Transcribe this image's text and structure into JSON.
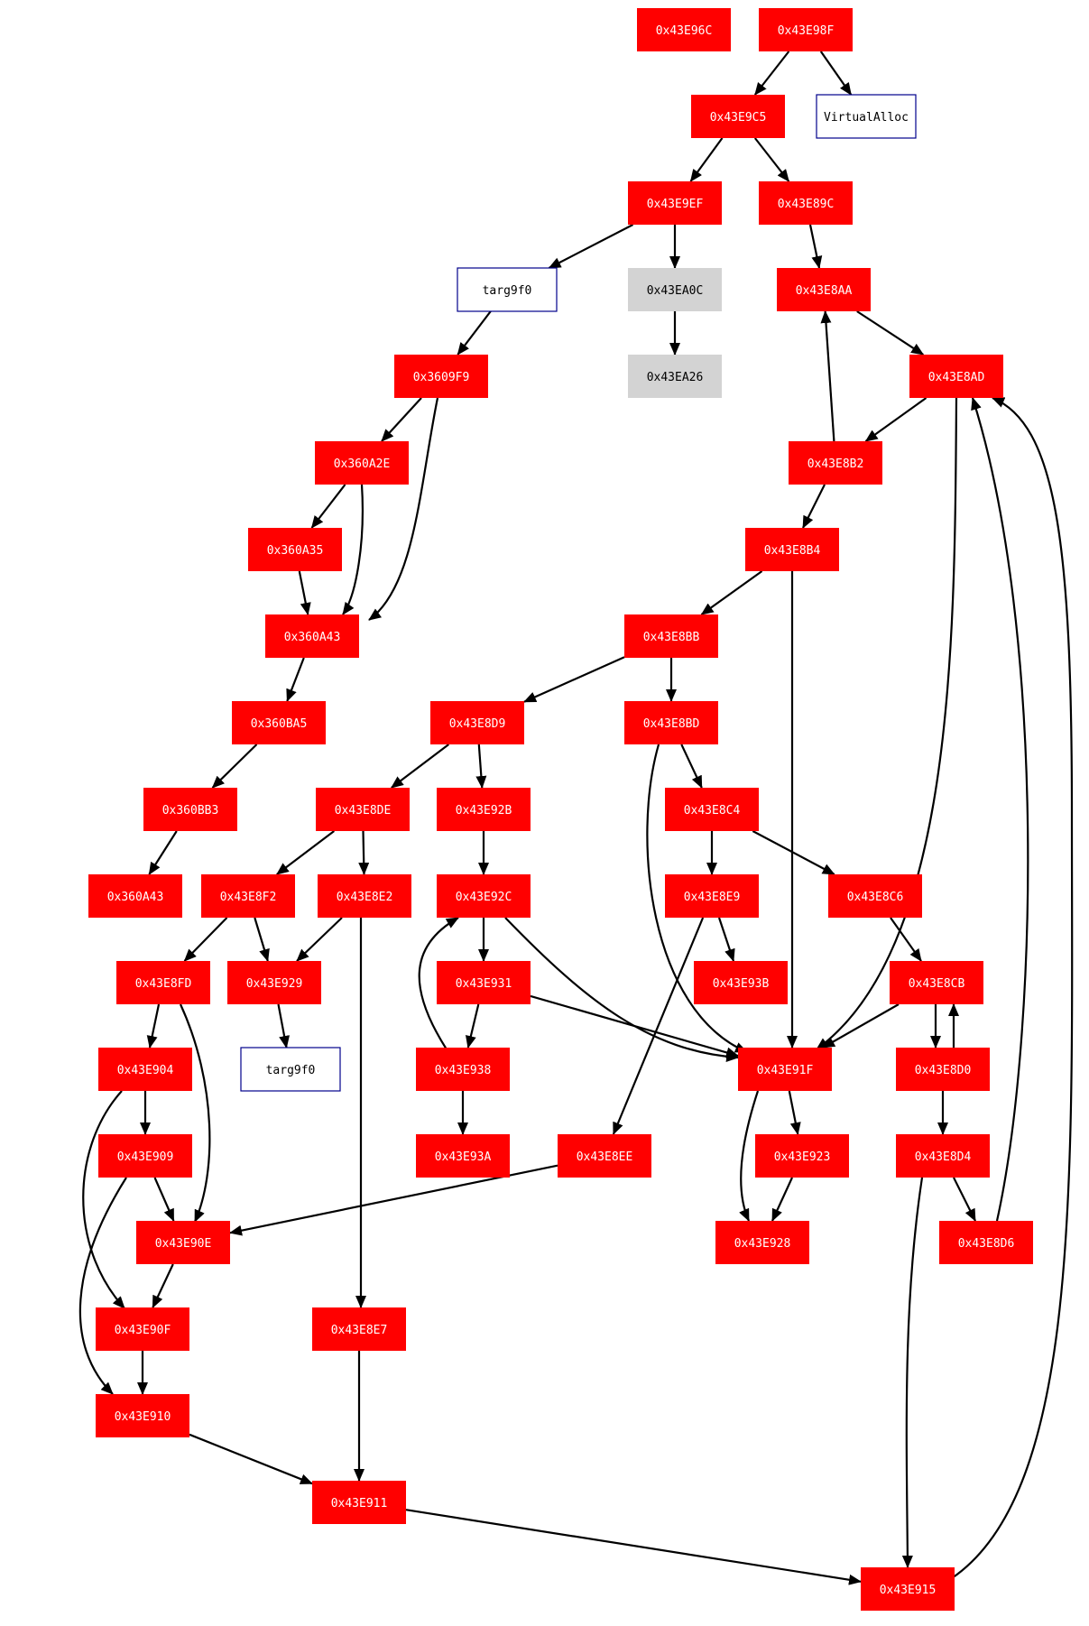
{
  "colors": {
    "code_node": "#ff0000",
    "code_text": "#ffffff",
    "gray_node": "#d3d3d3",
    "gray_text": "#000000",
    "import_fill": "#ffffff",
    "import_stroke": "#00008b",
    "import_text": "#000000",
    "edge": "#000000"
  },
  "nodes": [
    {
      "id": "n43E96C",
      "label": "0x43E96C",
      "kind": "code"
    },
    {
      "id": "n43E98F",
      "label": "0x43E98F",
      "kind": "code"
    },
    {
      "id": "nVA",
      "label": "VirtualAlloc",
      "kind": "import"
    },
    {
      "id": "n43E9C5",
      "label": "0x43E9C5",
      "kind": "code"
    },
    {
      "id": "n43E9EF",
      "label": "0x43E9EF",
      "kind": "code"
    },
    {
      "id": "n43E89C",
      "label": "0x43E89C",
      "kind": "code"
    },
    {
      "id": "nT1",
      "label": "targ9f0",
      "kind": "import"
    },
    {
      "id": "n43EA0C",
      "label": "0x43EA0C",
      "kind": "gray"
    },
    {
      "id": "n43EA26",
      "label": "0x43EA26",
      "kind": "gray"
    },
    {
      "id": "n43E8AA",
      "label": "0x43E8AA",
      "kind": "code"
    },
    {
      "id": "n3609F9",
      "label": "0x3609F9",
      "kind": "code"
    },
    {
      "id": "n43E8AD",
      "label": "0x43E8AD",
      "kind": "code"
    },
    {
      "id": "n360A2E",
      "label": "0x360A2E",
      "kind": "code"
    },
    {
      "id": "n43E8B2",
      "label": "0x43E8B2",
      "kind": "code"
    },
    {
      "id": "n360A35",
      "label": "0x360A35",
      "kind": "code"
    },
    {
      "id": "n43E8B4",
      "label": "0x43E8B4",
      "kind": "code"
    },
    {
      "id": "n360A43a",
      "label": "0x360A43",
      "kind": "code"
    },
    {
      "id": "n43E8BB",
      "label": "0x43E8BB",
      "kind": "code"
    },
    {
      "id": "n360BA5",
      "label": "0x360BA5",
      "kind": "code"
    },
    {
      "id": "n43E8D9",
      "label": "0x43E8D9",
      "kind": "code"
    },
    {
      "id": "n43E8BD",
      "label": "0x43E8BD",
      "kind": "code"
    },
    {
      "id": "n360BB3",
      "label": "0x360BB3",
      "kind": "code"
    },
    {
      "id": "n43E8DE",
      "label": "0x43E8DE",
      "kind": "code"
    },
    {
      "id": "n43E92B",
      "label": "0x43E92B",
      "kind": "code"
    },
    {
      "id": "n43E8C4",
      "label": "0x43E8C4",
      "kind": "code"
    },
    {
      "id": "n360A43b",
      "label": "0x360A43",
      "kind": "code"
    },
    {
      "id": "n43E8F2",
      "label": "0x43E8F2",
      "kind": "code"
    },
    {
      "id": "n43E8E2",
      "label": "0x43E8E2",
      "kind": "code"
    },
    {
      "id": "n43E92C",
      "label": "0x43E92C",
      "kind": "code"
    },
    {
      "id": "n43E8E9",
      "label": "0x43E8E9",
      "kind": "code"
    },
    {
      "id": "n43E8C6",
      "label": "0x43E8C6",
      "kind": "code"
    },
    {
      "id": "n43E8FD",
      "label": "0x43E8FD",
      "kind": "code"
    },
    {
      "id": "n43E929",
      "label": "0x43E929",
      "kind": "code"
    },
    {
      "id": "n43E931",
      "label": "0x43E931",
      "kind": "code"
    },
    {
      "id": "n43E93B",
      "label": "0x43E93B",
      "kind": "code"
    },
    {
      "id": "n43E8CB",
      "label": "0x43E8CB",
      "kind": "code"
    },
    {
      "id": "n43E904",
      "label": "0x43E904",
      "kind": "code"
    },
    {
      "id": "nT2",
      "label": "targ9f0",
      "kind": "import"
    },
    {
      "id": "n43E938",
      "label": "0x43E938",
      "kind": "code"
    },
    {
      "id": "n43E91F",
      "label": "0x43E91F",
      "kind": "code"
    },
    {
      "id": "n43E8D0",
      "label": "0x43E8D0",
      "kind": "code"
    },
    {
      "id": "n43E909",
      "label": "0x43E909",
      "kind": "code"
    },
    {
      "id": "n43E93A",
      "label": "0x43E93A",
      "kind": "code"
    },
    {
      "id": "n43E8EE",
      "label": "0x43E8EE",
      "kind": "code"
    },
    {
      "id": "n43E923",
      "label": "0x43E923",
      "kind": "code"
    },
    {
      "id": "n43E8D4",
      "label": "0x43E8D4",
      "kind": "code"
    },
    {
      "id": "n43E90E",
      "label": "0x43E90E",
      "kind": "code"
    },
    {
      "id": "n43E928",
      "label": "0x43E928",
      "kind": "code"
    },
    {
      "id": "n43E8D6",
      "label": "0x43E8D6",
      "kind": "code"
    },
    {
      "id": "n43E90F",
      "label": "0x43E90F",
      "kind": "code"
    },
    {
      "id": "n43E8E7",
      "label": "0x43E8E7",
      "kind": "code"
    },
    {
      "id": "n43E910",
      "label": "0x43E910",
      "kind": "code"
    },
    {
      "id": "n43E911",
      "label": "0x43E911",
      "kind": "code"
    },
    {
      "id": "n43E915",
      "label": "0x43E915",
      "kind": "code"
    }
  ],
  "edges": [
    {
      "from": "n43E98F",
      "to": "n43E9C5"
    },
    {
      "from": "n43E98F",
      "to": "nVA"
    },
    {
      "from": "n43E9C5",
      "to": "n43E9EF"
    },
    {
      "from": "n43E9C5",
      "to": "n43E89C"
    },
    {
      "from": "n43E9EF",
      "to": "nT1"
    },
    {
      "from": "n43E9EF",
      "to": "n43EA0C"
    },
    {
      "from": "n43EA0C",
      "to": "n43EA26"
    },
    {
      "from": "n43E89C",
      "to": "n43E8AA"
    },
    {
      "from": "nT1",
      "to": "n3609F9"
    },
    {
      "from": "n43E8AA",
      "to": "n43E8AD"
    },
    {
      "from": "n3609F9",
      "to": "n360A2E"
    },
    {
      "from": "n3609F9",
      "to": "n360A43a"
    },
    {
      "from": "n43E8AD",
      "to": "n43E8B2"
    },
    {
      "from": "n43E8AD",
      "to": "n43E91F"
    },
    {
      "from": "n43E8B2",
      "to": "n43E8AA"
    },
    {
      "from": "n43E8B2",
      "to": "n43E8B4"
    },
    {
      "from": "n360A2E",
      "to": "n360A35"
    },
    {
      "from": "n360A2E",
      "to": "n360A43a"
    },
    {
      "from": "n360A35",
      "to": "n360A43a"
    },
    {
      "from": "n43E8B4",
      "to": "n43E8BB"
    },
    {
      "from": "n43E8B4",
      "to": "n43E91F"
    },
    {
      "from": "n360A43a",
      "to": "n360BA5"
    },
    {
      "from": "n43E8BB",
      "to": "n43E8D9"
    },
    {
      "from": "n43E8BB",
      "to": "n43E8BD"
    },
    {
      "from": "n360BA5",
      "to": "n360BB3"
    },
    {
      "from": "n43E8D9",
      "to": "n43E8DE"
    },
    {
      "from": "n43E8D9",
      "to": "n43E92B"
    },
    {
      "from": "n43E8BD",
      "to": "n43E8C4"
    },
    {
      "from": "n43E8BD",
      "to": "n43E91F"
    },
    {
      "from": "n360BB3",
      "to": "n360A43b"
    },
    {
      "from": "n43E8DE",
      "to": "n43E8F2"
    },
    {
      "from": "n43E8DE",
      "to": "n43E8E2"
    },
    {
      "from": "n43E92B",
      "to": "n43E92C"
    },
    {
      "from": "n43E8C4",
      "to": "n43E8E9"
    },
    {
      "from": "n43E8C4",
      "to": "n43E8C6"
    },
    {
      "from": "n43E8F2",
      "to": "n43E8FD"
    },
    {
      "from": "n43E8F2",
      "to": "n43E929"
    },
    {
      "from": "n43E8E2",
      "to": "n43E929"
    },
    {
      "from": "n43E8E2",
      "to": "n43E8E7"
    },
    {
      "from": "n43E92C",
      "to": "n43E931"
    },
    {
      "from": "n43E92C",
      "to": "n43E91F"
    },
    {
      "from": "n43E8E9",
      "to": "n43E93B"
    },
    {
      "from": "n43E8E9",
      "to": "n43E8EE"
    },
    {
      "from": "n43E8C6",
      "to": "n43E8CB"
    },
    {
      "from": "n43E8FD",
      "to": "n43E904"
    },
    {
      "from": "n43E8FD",
      "to": "n43E90E"
    },
    {
      "from": "n43E929",
      "to": "nT2"
    },
    {
      "from": "n43E931",
      "to": "n43E938"
    },
    {
      "from": "n43E931",
      "to": "n43E91F"
    },
    {
      "from": "n43E938",
      "to": "n43E92C"
    },
    {
      "from": "n43E938",
      "to": "n43E93A"
    },
    {
      "from": "n43E8CB",
      "to": "n43E91F"
    },
    {
      "from": "n43E8CB",
      "to": "n43E8D0"
    },
    {
      "from": "n43E8D0",
      "to": "n43E8CB"
    },
    {
      "from": "n43E8D0",
      "to": "n43E8D4"
    },
    {
      "from": "n43E904",
      "to": "n43E909"
    },
    {
      "from": "n43E904",
      "to": "n43E90F"
    },
    {
      "from": "n43E909",
      "to": "n43E90E"
    },
    {
      "from": "n43E909",
      "to": "n43E910"
    },
    {
      "from": "n43E91F",
      "to": "n43E923"
    },
    {
      "from": "n43E91F",
      "to": "n43E928"
    },
    {
      "from": "n43E923",
      "to": "n43E928"
    },
    {
      "from": "n43E8EE",
      "to": "n43E90E"
    },
    {
      "from": "n43E8D4",
      "to": "n43E8D6"
    },
    {
      "from": "n43E8D4",
      "to": "n43E915"
    },
    {
      "from": "n43E8D6",
      "to": "n43E8AD"
    },
    {
      "from": "n43E90E",
      "to": "n43E90F"
    },
    {
      "from": "n43E90F",
      "to": "n43E910"
    },
    {
      "from": "n43E910",
      "to": "n43E911"
    },
    {
      "from": "n43E8E7",
      "to": "n43E911"
    },
    {
      "from": "n43E911",
      "to": "n43E915"
    },
    {
      "from": "n43E915",
      "to": "n43E8AD"
    }
  ]
}
